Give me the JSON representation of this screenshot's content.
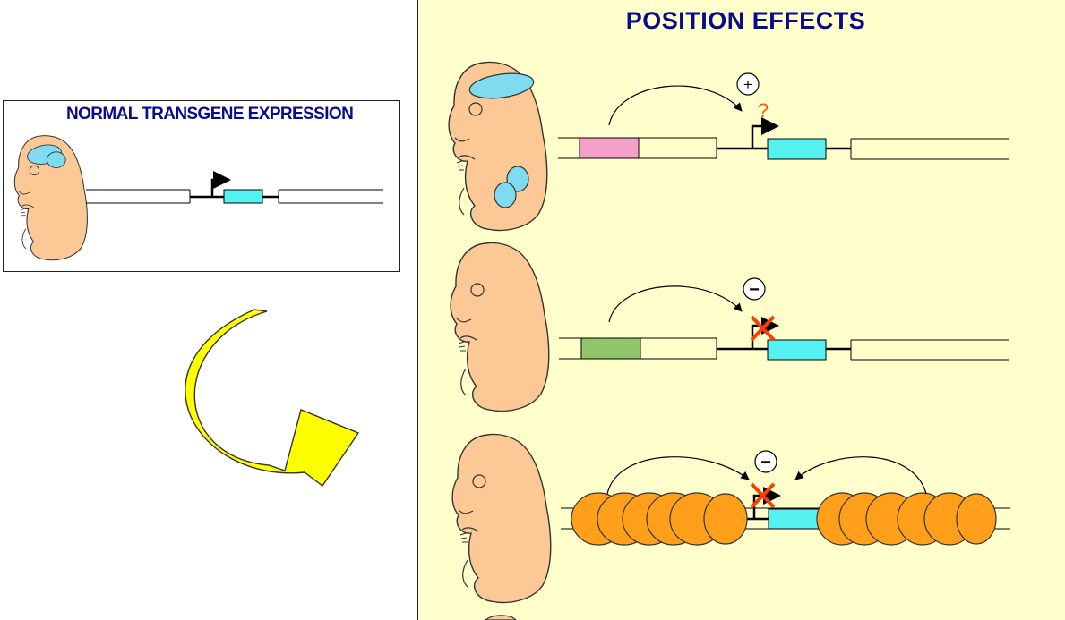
{
  "right_panel": {
    "title": "POSITION EFFECTS",
    "rows": [
      {
        "effect_symbol": "+",
        "uncertainty_mark": "?",
        "element_color": "#f4a0c8",
        "expression": "expressed in ectopic tissues"
      },
      {
        "effect_symbol": "−",
        "element_color": "#92c46e",
        "expression": "silenced"
      },
      {
        "effect_symbol": "−",
        "element": "heterochromatin nucleosomes",
        "expression": "silenced"
      }
    ]
  },
  "left_panel": {
    "normal_label": "NORMAL TRANSGENE EXPRESSION"
  },
  "colors": {
    "embryo_fill": "#fbc896",
    "expression": "#7fdcf0",
    "gene": "#55f0f0",
    "nucleosome": "#ff9f1a",
    "arrow_yellow": "#ffff00",
    "block_x": "#ff3c00",
    "question": "#ff5a00",
    "title_blue": "#0a0a8c"
  }
}
